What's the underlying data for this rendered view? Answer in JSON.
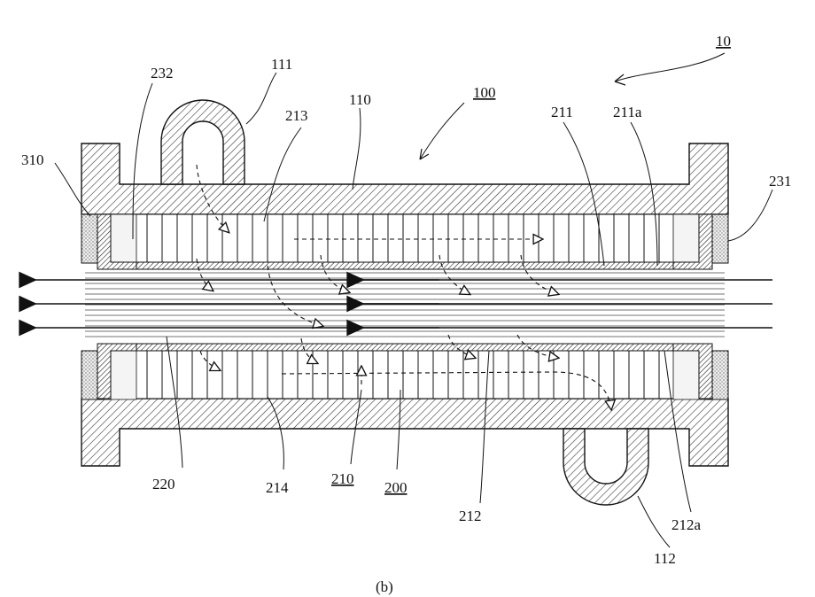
{
  "labels": {
    "l10": "10",
    "l100": "100",
    "l110": "110",
    "l111": "111",
    "l112": "112",
    "l200": "200",
    "l210": "210",
    "l211": "211",
    "l211a": "211a",
    "l212": "212",
    "l212a": "212a",
    "l213": "213",
    "l214": "214",
    "l220": "220",
    "l231": "231",
    "l232": "232",
    "l310": "310"
  },
  "caption": "(b)",
  "colors": {
    "ink": "#111111",
    "fill": "#ffffff"
  }
}
